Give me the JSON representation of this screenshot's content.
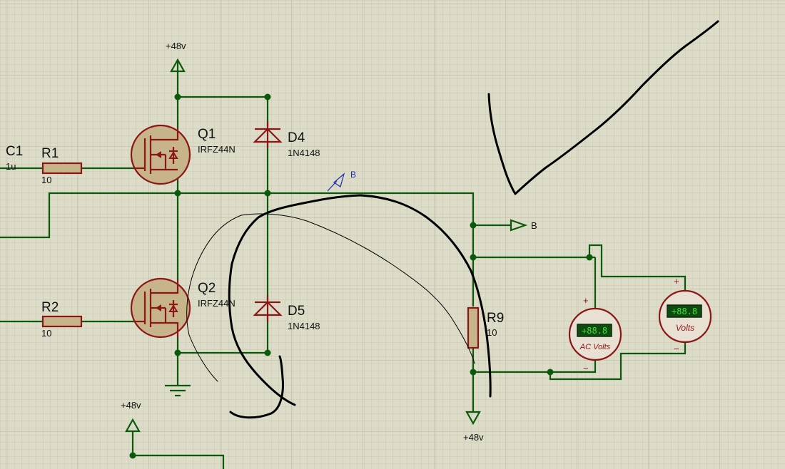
{
  "colors": {
    "background": "#dcdcc8",
    "grid_minor": "#c9c9b2",
    "grid_major": "#b7b79e",
    "wire": "#0b5a0b",
    "component": "#8b1616",
    "component_fill": "#c8b48a",
    "probe": "#1a2fb0",
    "ink": "#000000"
  },
  "components": {
    "c1": {
      "ref": "C1",
      "value": "1u"
    },
    "r1": {
      "ref": "R1",
      "value": "10"
    },
    "r2": {
      "ref": "R2",
      "value": "10"
    },
    "q1": {
      "ref": "Q1",
      "value": "IRFZ44N"
    },
    "q2": {
      "ref": "Q2",
      "value": "IRFZ44N"
    },
    "d4": {
      "ref": "D4",
      "value": "1N4148"
    },
    "d5": {
      "ref": "D5",
      "value": "1N4148"
    },
    "r9": {
      "ref": "R9",
      "value": "10"
    }
  },
  "power": {
    "top": "+48v",
    "bottom_left": "+48v",
    "right": "+48v"
  },
  "terminals": {
    "b_out": "B",
    "b_probe": "B"
  },
  "meters": {
    "ac_volts": {
      "label": "AC Volts",
      "display": "+88.8",
      "plus": "+",
      "minus": "−"
    },
    "volts": {
      "label": "Volts",
      "display": "+88.8",
      "plus": "+",
      "minus": "−"
    }
  }
}
